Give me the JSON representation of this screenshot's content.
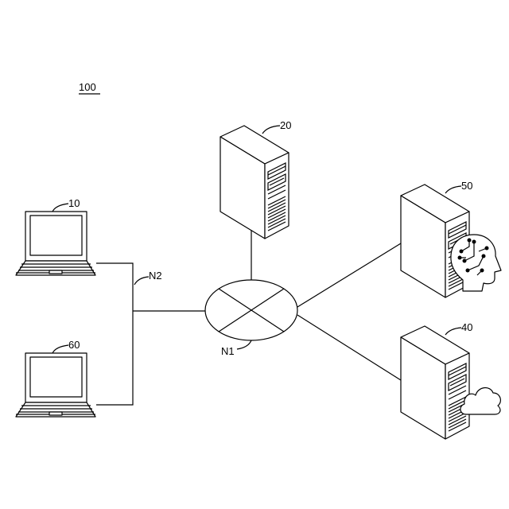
{
  "figure": {
    "system_label": "100",
    "nodes": {
      "laptop_top": {
        "label": "10",
        "icon": "laptop-icon"
      },
      "laptop_bottom": {
        "label": "60",
        "icon": "laptop-icon"
      },
      "server_top": {
        "label": "20",
        "icon": "server-tower-icon"
      },
      "server_ai": {
        "label": "50",
        "icon": "server-tower-icon",
        "badge": "ai-brain-head-icon"
      },
      "server_cloud": {
        "label": "40",
        "icon": "server-tower-icon",
        "badge": "cloud-icon"
      }
    },
    "networks": {
      "n1": {
        "label": "N1",
        "icon": "network-router-icon"
      },
      "n2": {
        "label": "N2"
      }
    }
  }
}
